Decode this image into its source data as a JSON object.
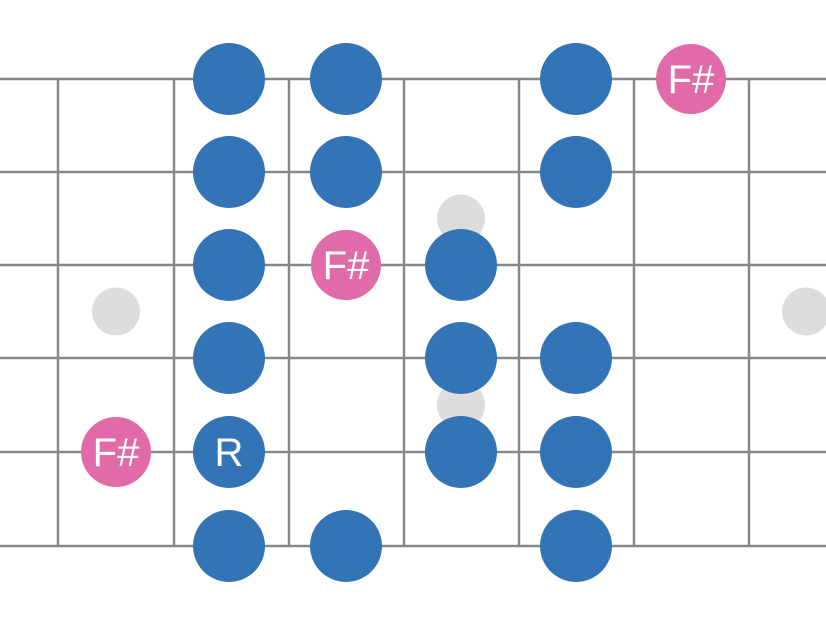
{
  "colors": {
    "background": "#ffffff",
    "line": "#888888",
    "scale_note": "#3274b6",
    "highlight_note": "#e06ba8",
    "inlay": "#dddddd",
    "text": "#ffffff"
  },
  "diagram": {
    "strings": 6,
    "frets_visible": 7,
    "inlays": [
      {
        "fret": 1,
        "string": 3.5
      },
      {
        "fret": 4,
        "string": 2.5
      },
      {
        "fret": 4,
        "string": 4.5
      },
      {
        "fret": 7,
        "string": 3.5
      }
    ],
    "notes": [
      {
        "string": 1,
        "fret": 2,
        "label": "",
        "kind": "scale"
      },
      {
        "string": 1,
        "fret": 3,
        "label": "",
        "kind": "scale"
      },
      {
        "string": 1,
        "fret": 5,
        "label": "",
        "kind": "scale"
      },
      {
        "string": 1,
        "fret": 6,
        "label": "F#",
        "kind": "highlight"
      },
      {
        "string": 2,
        "fret": 2,
        "label": "",
        "kind": "scale"
      },
      {
        "string": 2,
        "fret": 3,
        "label": "",
        "kind": "scale"
      },
      {
        "string": 2,
        "fret": 5,
        "label": "",
        "kind": "scale"
      },
      {
        "string": 3,
        "fret": 2,
        "label": "",
        "kind": "scale"
      },
      {
        "string": 3,
        "fret": 3,
        "label": "F#",
        "kind": "highlight"
      },
      {
        "string": 3,
        "fret": 4,
        "label": "",
        "kind": "scale"
      },
      {
        "string": 4,
        "fret": 2,
        "label": "",
        "kind": "scale"
      },
      {
        "string": 4,
        "fret": 4,
        "label": "",
        "kind": "scale"
      },
      {
        "string": 4,
        "fret": 5,
        "label": "",
        "kind": "scale"
      },
      {
        "string": 5,
        "fret": 1,
        "label": "F#",
        "kind": "highlight"
      },
      {
        "string": 5,
        "fret": 2,
        "label": "R",
        "kind": "scale"
      },
      {
        "string": 5,
        "fret": 4,
        "label": "",
        "kind": "scale"
      },
      {
        "string": 5,
        "fret": 5,
        "label": "",
        "kind": "scale"
      },
      {
        "string": 6,
        "fret": 2,
        "label": "",
        "kind": "scale"
      },
      {
        "string": 6,
        "fret": 3,
        "label": "",
        "kind": "scale"
      },
      {
        "string": 6,
        "fret": 5,
        "label": "",
        "kind": "scale"
      }
    ]
  }
}
